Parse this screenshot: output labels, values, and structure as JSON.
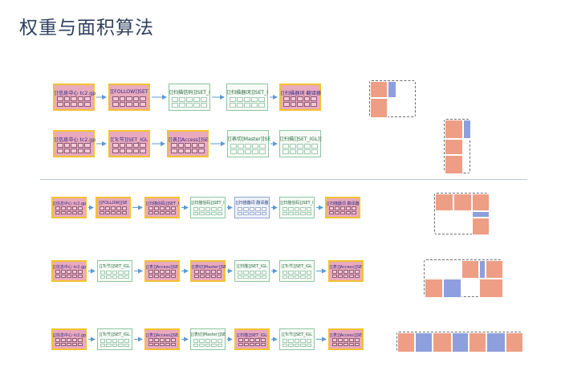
{
  "page": {
    "title": "权重与面积算法"
  },
  "colors": {
    "pink": "#eaaabd",
    "gold": "#f1c232",
    "green": "#8ec6a0",
    "blue_node": "#8fa6cf",
    "orange": "#ee9e84",
    "blue": "#8d9fdc",
    "arrow": "#5b9bd5",
    "divider": "#b7c7d9"
  },
  "rows": [
    {
      "nodes": [
        {
          "label": "[[信息中心 tc2.gp",
          "style": "pink"
        },
        {
          "label": "[[FOLLOW]]SET",
          "style": "pink"
        },
        {
          "label": "[[扫描信码]]SET_I",
          "style": "green"
        },
        {
          "label": "[[扫描器词]]SET_I",
          "style": "green"
        },
        {
          "label": "[[扫描器词 翻译器",
          "style": "pink"
        }
      ],
      "layout": [
        {
          "cells": [
            {
              "c": "orange",
              "w": 1,
              "h": 1
            },
            {
              "c": "blue",
              "w": 0.5,
              "h": 1
            },
            {
              "c": "orange",
              "w": 1,
              "h": 1
            },
            {
              "c": "empty",
              "w": 2,
              "h": 1
            }
          ]
        }
      ]
    },
    {
      "nodes": [
        {
          "label": "[[信息中心 tc2.gp",
          "style": "pink"
        },
        {
          "label": "[[Tc节]]SET_IGL",
          "style": "pink"
        },
        {
          "label": "[[表]]Access]]SE",
          "style": "pink"
        },
        {
          "label": "[[表切]Master]]SE",
          "style": "green"
        },
        {
          "label": "[[扫描]]SET_IGL]]",
          "style": "green"
        }
      ]
    },
    {
      "nodes": [
        {
          "label": "[[信息中心 tc2.gp",
          "style": "pink"
        },
        {
          "label": "[[FOLLOW]]SE",
          "style": "pink"
        },
        {
          "label": "[[扫描信码]]SET_I",
          "style": "pink"
        },
        {
          "label": "[[扫描信码]]SET_I",
          "style": "green"
        },
        {
          "label": "[[扫描器词 翻译器",
          "style": "blue"
        },
        {
          "label": "[[扫描信码]]SET_I",
          "style": "green"
        },
        {
          "label": "[[扫描器词 翻译器",
          "style": "pink"
        }
      ]
    },
    {
      "nodes": [
        {
          "label": "[[信息中心 tc2.gp",
          "style": "pink"
        },
        {
          "label": "[[Tc节]]SET_IGL",
          "style": "green"
        },
        {
          "label": "[[表]]Access]]SE",
          "style": "pink"
        },
        {
          "label": "[[表切]Master]]SE",
          "style": "pink"
        },
        {
          "label": "[[扫描]]SET_IGL",
          "style": "green"
        },
        {
          "label": "[[Tc节]]SET_IGL",
          "style": "green"
        },
        {
          "label": "[[表]]Access]]SE",
          "style": "pink"
        }
      ]
    },
    {
      "nodes": [
        {
          "label": "[[信息中心 tc2.gp",
          "style": "pink"
        },
        {
          "label": "[[Tc节]]SET_IGL",
          "style": "green"
        },
        {
          "label": "[[表]]Access]]SE",
          "style": "pink"
        },
        {
          "label": "[[表切]Master]]SE",
          "style": "green"
        },
        {
          "label": "[[扫描]]SET_IGL",
          "style": "pink"
        },
        {
          "label": "[[Tc节]]SET_IGL",
          "style": "green"
        },
        {
          "label": "[[表]]Access]]SE",
          "style": "pink"
        }
      ]
    }
  ],
  "layouts": [
    {
      "name": "layout-row-1",
      "cells": [
        "orange",
        "blue",
        "empty",
        "orange",
        "empty"
      ]
    },
    {
      "name": "layout-row-2",
      "cells": [
        "orange",
        "blue",
        "orange",
        "orange"
      ]
    },
    {
      "name": "layout-row-3",
      "cells": [
        "orange",
        "orange",
        "orange",
        "empty",
        "blue",
        "orange"
      ]
    },
    {
      "name": "layout-row-4",
      "cells": [
        "orange",
        "blue",
        "orange",
        "blue",
        "orange",
        "empty"
      ]
    },
    {
      "name": "layout-row-5",
      "cells": [
        "orange",
        "blue",
        "orange",
        "blue",
        "orange",
        "blue",
        "orange",
        "blue"
      ]
    }
  ]
}
